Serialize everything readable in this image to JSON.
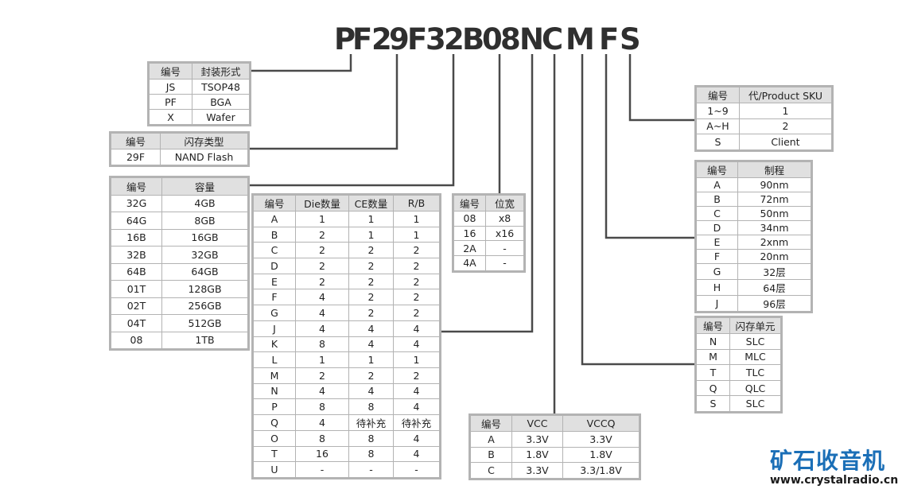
{
  "part_number": [
    "P",
    "F",
    "2",
    "9",
    "F",
    "3",
    "2",
    "B",
    "0",
    "8",
    "N",
    "C",
    "M",
    "F",
    "S"
  ],
  "tables": {
    "package": {
      "header": [
        "编号",
        "封装形式"
      ],
      "rows": [
        [
          "JS",
          "TSOP48"
        ],
        [
          "PF",
          "BGA"
        ],
        [
          "X",
          "Wafer"
        ]
      ]
    },
    "flash_type": {
      "header": [
        "编号",
        "闪存类型"
      ],
      "rows": [
        [
          "29F",
          "NAND Flash"
        ]
      ]
    },
    "capacity": {
      "header": [
        "编号",
        "容量"
      ],
      "rows": [
        [
          "32G",
          "4GB"
        ],
        [
          "64G",
          "8GB"
        ],
        [
          "16B",
          "16GB"
        ],
        [
          "32B",
          "32GB"
        ],
        [
          "64B",
          "64GB"
        ],
        [
          "01T",
          "128GB"
        ],
        [
          "02T",
          "256GB"
        ],
        [
          "04T",
          "512GB"
        ],
        [
          "08",
          "1TB"
        ]
      ]
    },
    "die": {
      "header": [
        "编号",
        "Die数量",
        "CE数量",
        "R/B"
      ],
      "rows": [
        [
          "A",
          "1",
          "1",
          "1"
        ],
        [
          "B",
          "2",
          "1",
          "1"
        ],
        [
          "C",
          "2",
          "2",
          "2"
        ],
        [
          "D",
          "2",
          "2",
          "2"
        ],
        [
          "E",
          "2",
          "2",
          "2"
        ],
        [
          "F",
          "4",
          "2",
          "2"
        ],
        [
          "G",
          "4",
          "2",
          "2"
        ],
        [
          "J",
          "4",
          "4",
          "4"
        ],
        [
          "K",
          "8",
          "4",
          "4"
        ],
        [
          "L",
          "1",
          "1",
          "1"
        ],
        [
          "M",
          "2",
          "2",
          "2"
        ],
        [
          "N",
          "4",
          "4",
          "4"
        ],
        [
          "P",
          "8",
          "8",
          "4"
        ],
        [
          "Q",
          "4",
          "待补充",
          "待补充"
        ],
        [
          "O",
          "8",
          "8",
          "4"
        ],
        [
          "T",
          "16",
          "8",
          "4"
        ],
        [
          "U",
          "-",
          "-",
          "-"
        ]
      ]
    },
    "width": {
      "header": [
        "编号",
        "位宽"
      ],
      "rows": [
        [
          "08",
          "x8"
        ],
        [
          "16",
          "x16"
        ],
        [
          "2A",
          "-"
        ],
        [
          "4A",
          "-"
        ]
      ]
    },
    "voltage": {
      "header": [
        "编号",
        "VCC",
        "VCCQ"
      ],
      "rows": [
        [
          "A",
          "3.3V",
          "3.3V"
        ],
        [
          "B",
          "1.8V",
          "1.8V"
        ],
        [
          "C",
          "3.3V",
          "3.3/1.8V"
        ]
      ]
    },
    "sku": {
      "header": [
        "编号",
        "代/Product SKU"
      ],
      "rows": [
        [
          "1~9",
          "1"
        ],
        [
          "A~H",
          "2"
        ],
        [
          "S",
          "Client"
        ]
      ]
    },
    "process": {
      "header": [
        "编号",
        "制程"
      ],
      "rows": [
        [
          "A",
          "90nm"
        ],
        [
          "B",
          "72nm"
        ],
        [
          "C",
          "50nm"
        ],
        [
          "D",
          "34nm"
        ],
        [
          "E",
          "2xnm"
        ],
        [
          "F",
          "20nm"
        ],
        [
          "G",
          "32层"
        ],
        [
          "H",
          "64层"
        ],
        [
          "J",
          "96层"
        ]
      ]
    },
    "cell": {
      "header": [
        "编号",
        "闪存单元"
      ],
      "rows": [
        [
          "N",
          "SLC"
        ],
        [
          "M",
          "MLC"
        ],
        [
          "T",
          "TLC"
        ],
        [
          "Q",
          "QLC"
        ],
        [
          "S",
          "SLC"
        ]
      ]
    }
  },
  "watermark": {
    "logo": "矿石收音机",
    "url": "www.crystalradio.cn"
  },
  "colors": {
    "line": "#4a4a4a",
    "border": "#b3b3b3",
    "header_bg": "#e0e0e0",
    "logo": "#1b6fb7",
    "part_text": "#2f2f2f"
  }
}
